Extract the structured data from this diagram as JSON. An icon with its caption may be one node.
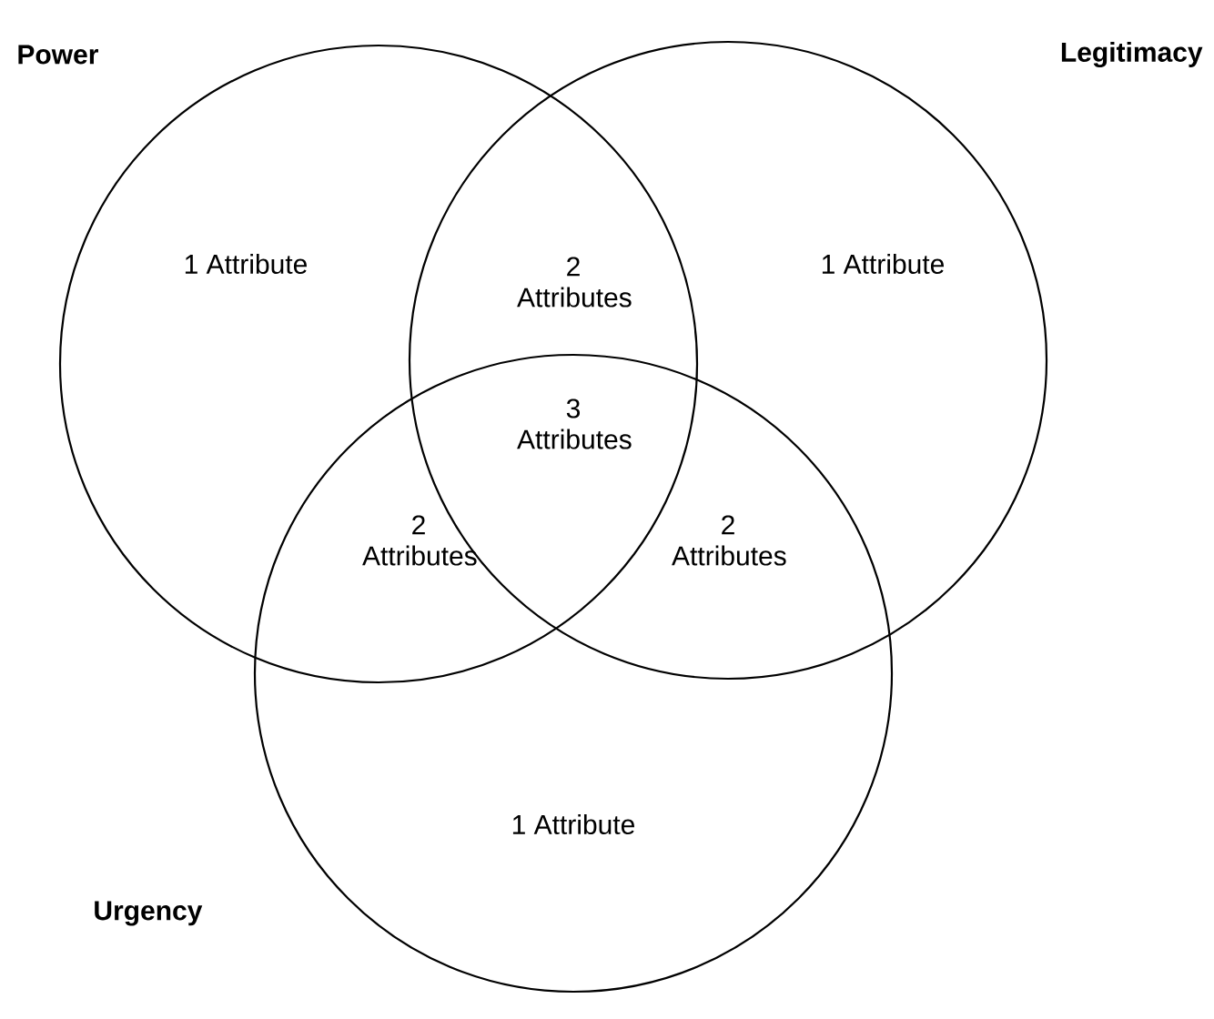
{
  "diagram": {
    "nodes": [
      {
        "text": [
          "Power"
        ]
      },
      {
        "text": [
          "Legitimacy"
        ]
      },
      {
        "text": [
          "Urgency"
        ]
      }
    ],
    "labels": [
      "1 Attribute",
      "2 Attributes",
      "1 Attribute",
      "3 Attributes",
      "2 Attributes",
      "2 Attributes",
      "1 Attribute"
    ]
  }
}
